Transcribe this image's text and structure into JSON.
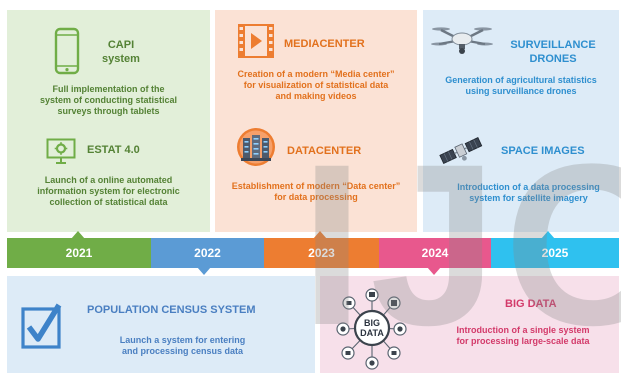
{
  "colors": {
    "green_panel": "#e2efd9",
    "orange_panel": "#fbe2d5",
    "blue_panel": "#ddebf7",
    "pink_panel": "#f7e0ea",
    "green_text": "#548235",
    "orange_text": "#e2711d",
    "blue_text": "#2e8fcf",
    "pink_text": "#d33a6a",
    "census_text": "#4a7fc1",
    "seg_2021": "#70ad47",
    "seg_2022": "#5b9bd5",
    "seg_2023": "#ed7d31",
    "seg_2024": "#e8588d",
    "seg_2025": "#2fc1ef"
  },
  "timeline": [
    "2021",
    "2022",
    "2023",
    "2024",
    "2025"
  ],
  "capi": {
    "icon": "tablet-icon",
    "title_line1": "CAPI",
    "title_line2": "system",
    "desc": [
      "Full implementation of the",
      "system of conducting statistical",
      "surveys through tablets"
    ]
  },
  "estat": {
    "icon": "monitor-gear-icon",
    "title": "ESTAT 4.0",
    "desc": [
      "Launch of a online automated",
      "information system for electronic",
      "collection of statistical data"
    ]
  },
  "mediacenter": {
    "icon": "video-play-icon",
    "title": "MEDIACENTER",
    "desc": [
      "Creation of a modern “Media center”",
      "for visualization of statistical data",
      "and making videos"
    ]
  },
  "datacenter": {
    "icon": "server-rack-icon",
    "title": "DATACENTER",
    "desc": [
      "Establishment of modern “Data center”",
      "for data processing"
    ]
  },
  "drones": {
    "icon": "drone-icon",
    "title_line1": "SURVEILLANCE",
    "title_line2": "DRONES",
    "desc": [
      "Generation of agricultural statistics",
      "using surveillance drones"
    ]
  },
  "space": {
    "icon": "satellite-icon",
    "title": "SPACE IMAGES",
    "desc": [
      "Introduction of a data processing",
      "system for satellite imagery"
    ]
  },
  "census": {
    "icon": "checkbox-icon",
    "title": "POPULATION CENSUS SYSTEM",
    "desc": [
      "Launch a system for entering",
      "and processing census data"
    ]
  },
  "bigdata": {
    "icon": "big-data-network-icon",
    "icon_label": [
      "BIG",
      "DATA"
    ],
    "title": "BIG DATA",
    "desc": [
      "Introduction of a single system",
      "for processing large-scale data"
    ]
  },
  "watermark": "IJC"
}
